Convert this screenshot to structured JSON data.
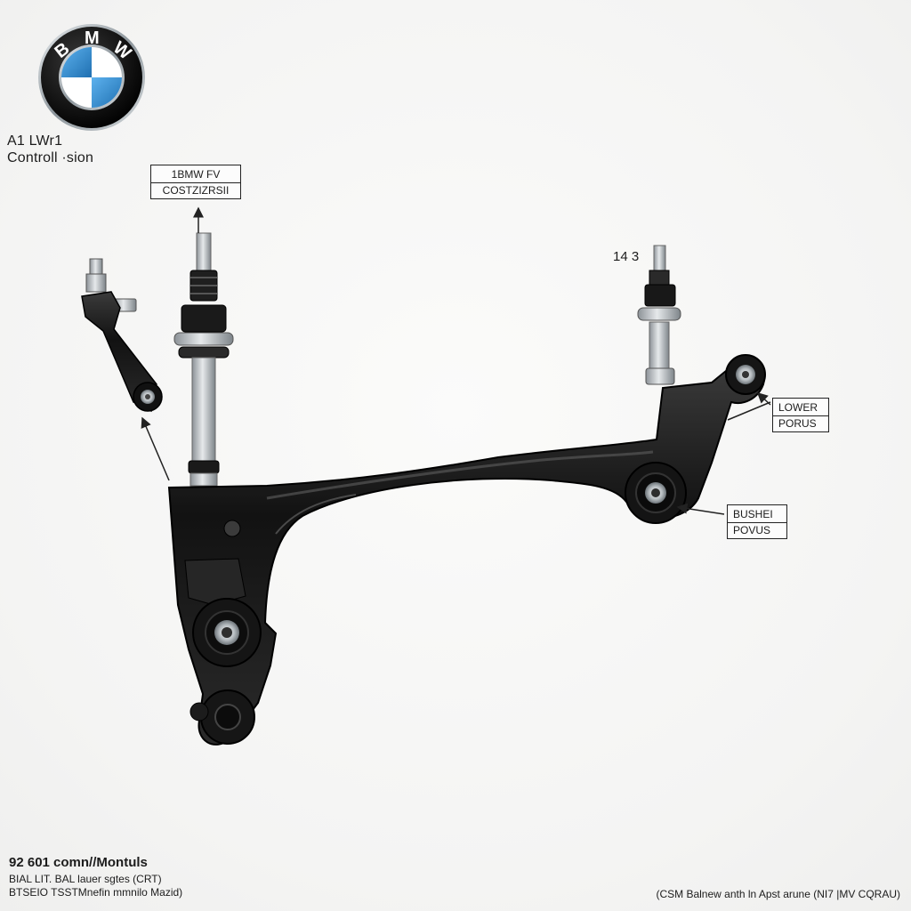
{
  "brand": {
    "logo_letters": [
      "B",
      "M",
      "W"
    ],
    "colors": {
      "ring": "#141414",
      "blue": "#2f8fd6",
      "white": "#ffffff",
      "chrome": "#9aa3a9"
    }
  },
  "header": {
    "line1": "A1 LWr1",
    "line2": "Controll ·sion"
  },
  "callouts": {
    "top_box": {
      "line1": "1BMW FV",
      "line2": "COSTZIZRSII"
    },
    "number": "14 3",
    "lower_box": {
      "line1": "LOWER",
      "line2": "PORUS"
    },
    "bushing_box": {
      "line1": "BUSHEI",
      "line2": "POVUS"
    }
  },
  "footer": {
    "left_title": "92 601 comn//Montuls",
    "left_line1": "BIAL LIT. BAL lauer sgtes (CRT)",
    "left_line2": "BTSEIO   TSSTMnefin mmnilo Mazid)",
    "right_note": "(CSM Balnew anth ln Apst arune (NI7 |MV CQRAU)"
  },
  "part_colors": {
    "arm": "#151515",
    "arm_highlight": "#4a4a4a",
    "bolt": "#b9bec2",
    "nut": "#1d1d1d",
    "bushing_metal": "#dcdfe1"
  }
}
